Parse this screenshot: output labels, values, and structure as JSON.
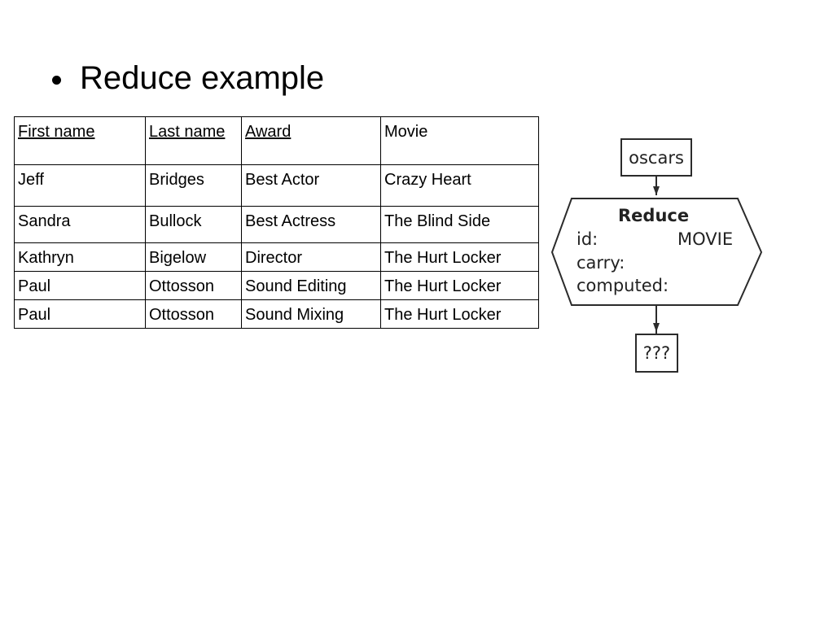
{
  "title": "Reduce example",
  "table": {
    "headers": [
      {
        "text": "First name",
        "underline": true
      },
      {
        "text": "Last name",
        "underline": true
      },
      {
        "text": "Award",
        "underline": true
      },
      {
        "text": "Movie",
        "underline": false
      }
    ],
    "rows": [
      [
        "Jeff",
        "Bridges",
        "Best Actor",
        "Crazy Heart"
      ],
      [
        "Sandra",
        "Bullock",
        "Best Actress",
        "The Blind Side"
      ],
      [
        "Kathryn",
        "Bigelow",
        "Director",
        "The Hurt Locker"
      ],
      [
        "Paul",
        "Ottosson",
        "Sound Editing",
        "The Hurt Locker"
      ],
      [
        "Paul",
        "Ottosson",
        "Sound Mixing",
        "The Hurt Locker"
      ]
    ]
  },
  "diagram": {
    "input_node": "oscars",
    "reduce_node": {
      "title": "Reduce",
      "id_label": "id:",
      "id_value": "MOVIE",
      "carry_label": "carry:",
      "computed_label": "computed:"
    },
    "output_node": "???"
  }
}
